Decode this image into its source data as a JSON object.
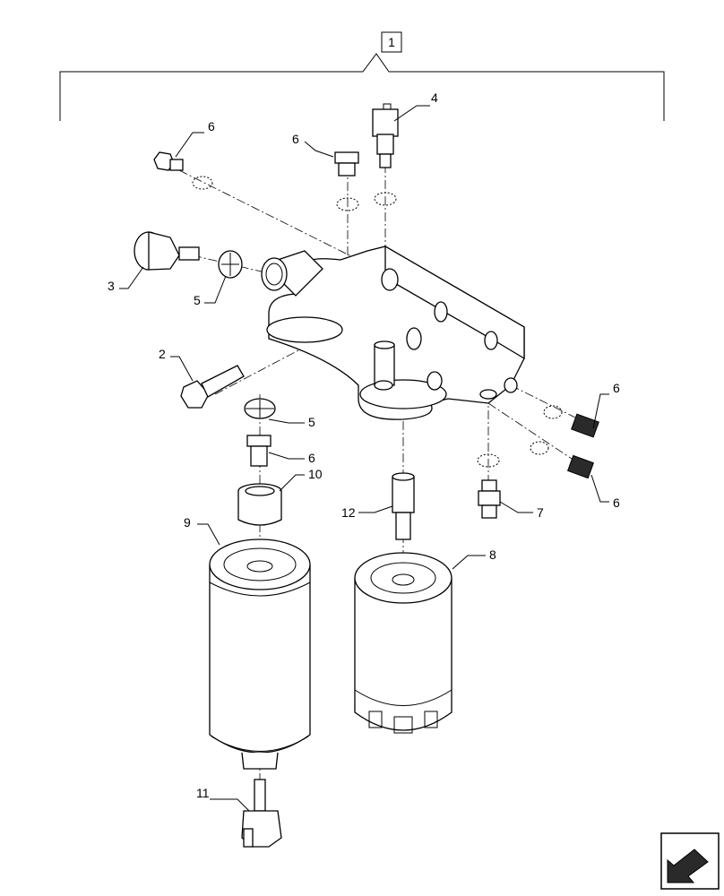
{
  "diagram": {
    "group_callout": "1",
    "callouts": {
      "c2": "2",
      "c3": "3",
      "c4": "4",
      "c5a": "5",
      "c5b": "5",
      "c6a": "6",
      "c6b": "6",
      "c6c": "6",
      "c6d": "6",
      "c6e": "6",
      "c7": "7",
      "c8": "8",
      "c9": "9",
      "c10": "10",
      "c11": "11",
      "c12": "12"
    }
  }
}
